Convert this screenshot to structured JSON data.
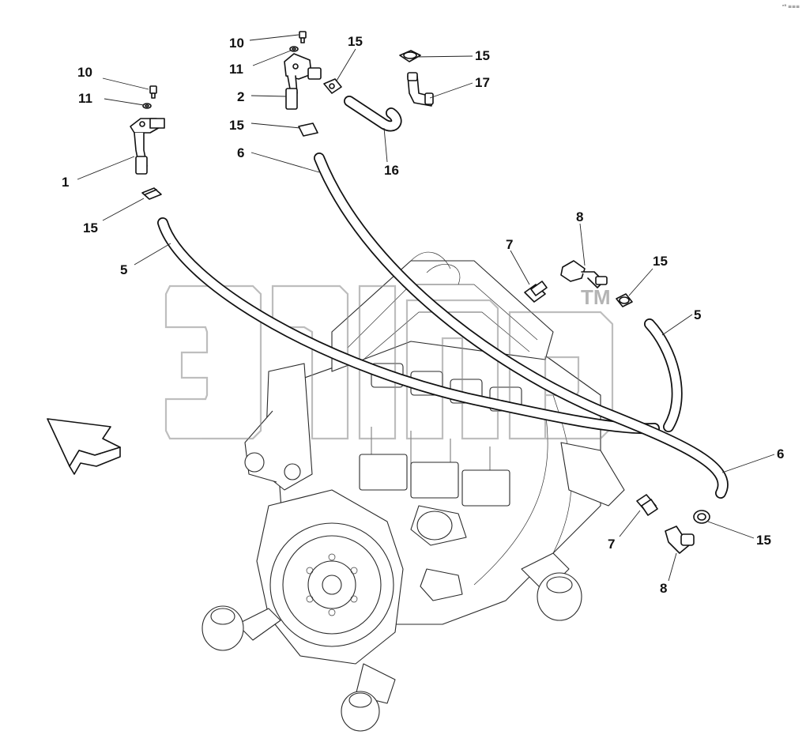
{
  "diagram": {
    "corner_code": "ᵉᴮ ≡≡≡",
    "watermark": {
      "tm": "TM"
    },
    "callouts": [
      {
        "id": "c-10-left",
        "text": "10"
      },
      {
        "id": "c-11-left",
        "text": "11"
      },
      {
        "id": "c-1",
        "text": "1"
      },
      {
        "id": "c-15-left",
        "text": "15"
      },
      {
        "id": "c-5-left",
        "text": "5"
      },
      {
        "id": "c-10-mid",
        "text": "10"
      },
      {
        "id": "c-11-mid",
        "text": "11"
      },
      {
        "id": "c-2",
        "text": "2"
      },
      {
        "id": "c-15-mid",
        "text": "15"
      },
      {
        "id": "c-6-top",
        "text": "6"
      },
      {
        "id": "c-15-top",
        "text": "15"
      },
      {
        "id": "c-16",
        "text": "16"
      },
      {
        "id": "c-15-topright",
        "text": "15"
      },
      {
        "id": "c-17",
        "text": "17"
      },
      {
        "id": "c-7-upper",
        "text": "7"
      },
      {
        "id": "c-8-upper",
        "text": "8"
      },
      {
        "id": "c-15-right",
        "text": "15"
      },
      {
        "id": "c-5-right",
        "text": "5"
      },
      {
        "id": "c-6-right",
        "text": "6"
      },
      {
        "id": "c-7-lower",
        "text": "7"
      },
      {
        "id": "c-8-lower",
        "text": "8"
      },
      {
        "id": "c-15-lower",
        "text": "15"
      }
    ]
  }
}
